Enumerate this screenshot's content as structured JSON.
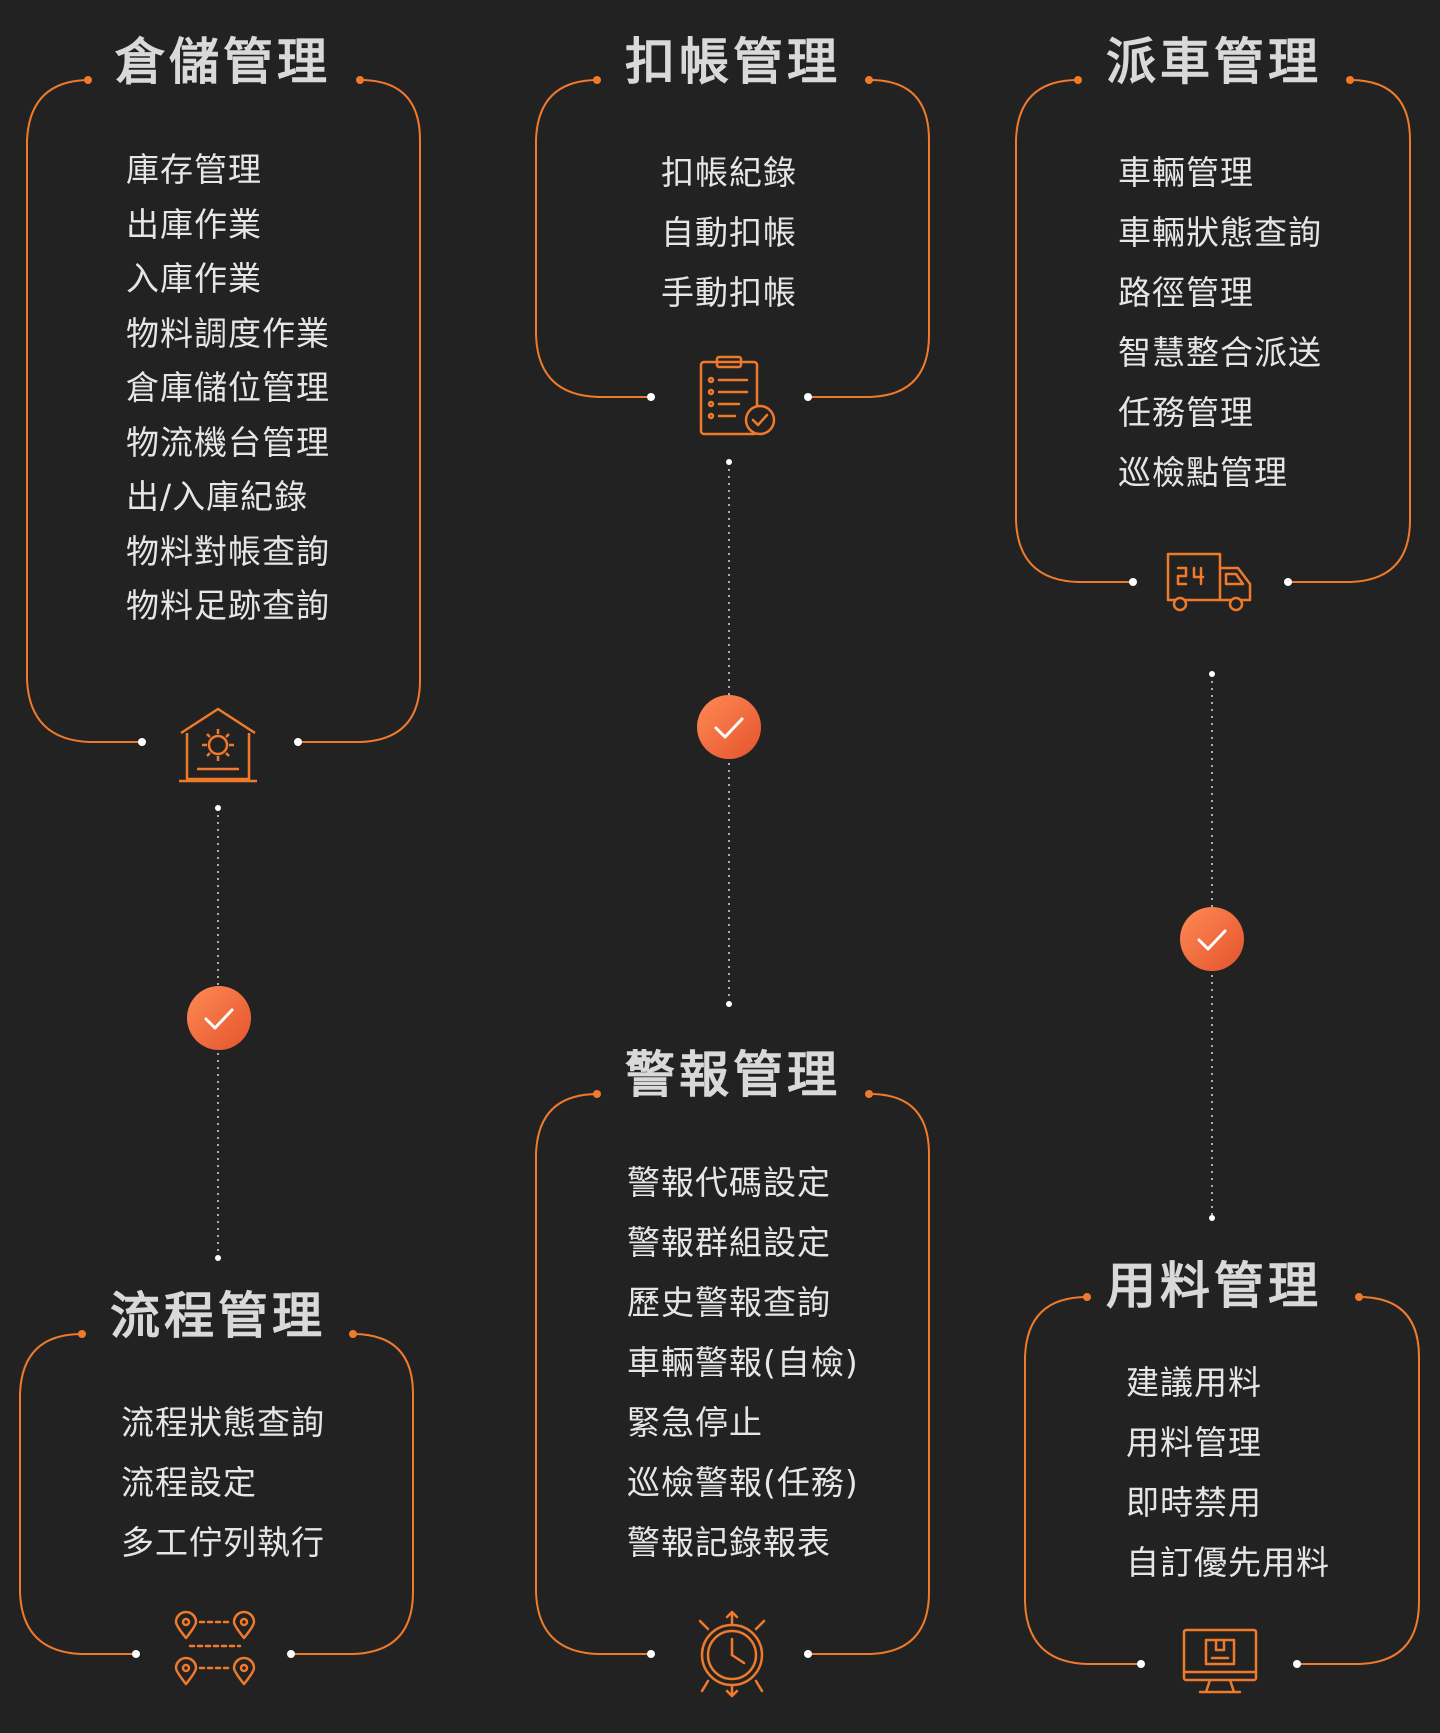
{
  "colors": {
    "background": "#222222",
    "accent": "#f07a2c",
    "badge": "#ef6a3b",
    "text": "#e6e6e6"
  },
  "cards": {
    "warehouse": {
      "title": "倉儲管理",
      "icon": "warehouse-gear-icon",
      "items": [
        "庫存管理",
        "出庫作業",
        "入庫作業",
        "物料調度作業",
        "倉庫儲位管理",
        "物流機台管理",
        "出/入庫紀錄",
        "物料對帳查詢",
        "物料足跡查詢"
      ]
    },
    "deduction": {
      "title": "扣帳管理",
      "icon": "clipboard-check-icon",
      "items": [
        "扣帳紀錄",
        "自動扣帳",
        "手動扣帳"
      ]
    },
    "dispatch": {
      "title": "派車管理",
      "icon": "delivery-truck-24-icon",
      "items": [
        "車輛管理",
        "車輛狀態查詢",
        "路徑管理",
        "智慧整合派送",
        "任務管理",
        "巡檢點管理"
      ]
    },
    "process": {
      "title": "流程管理",
      "icon": "route-pins-icon",
      "items": [
        "流程狀態查詢",
        "流程設定",
        "多工佇列執行"
      ]
    },
    "alarm": {
      "title": "警報管理",
      "icon": "alarm-clock-icon",
      "items": [
        "警報代碼設定",
        "警報群組設定",
        "歷史警報查詢",
        "車輛警報(自檢)",
        "緊急停止",
        "巡檢警報(任務)",
        "警報記錄報表"
      ]
    },
    "material": {
      "title": "用料管理",
      "icon": "monitor-box-icon",
      "items": [
        "建議用料",
        "用料管理",
        "即時禁用",
        "自訂優先用料"
      ]
    }
  }
}
